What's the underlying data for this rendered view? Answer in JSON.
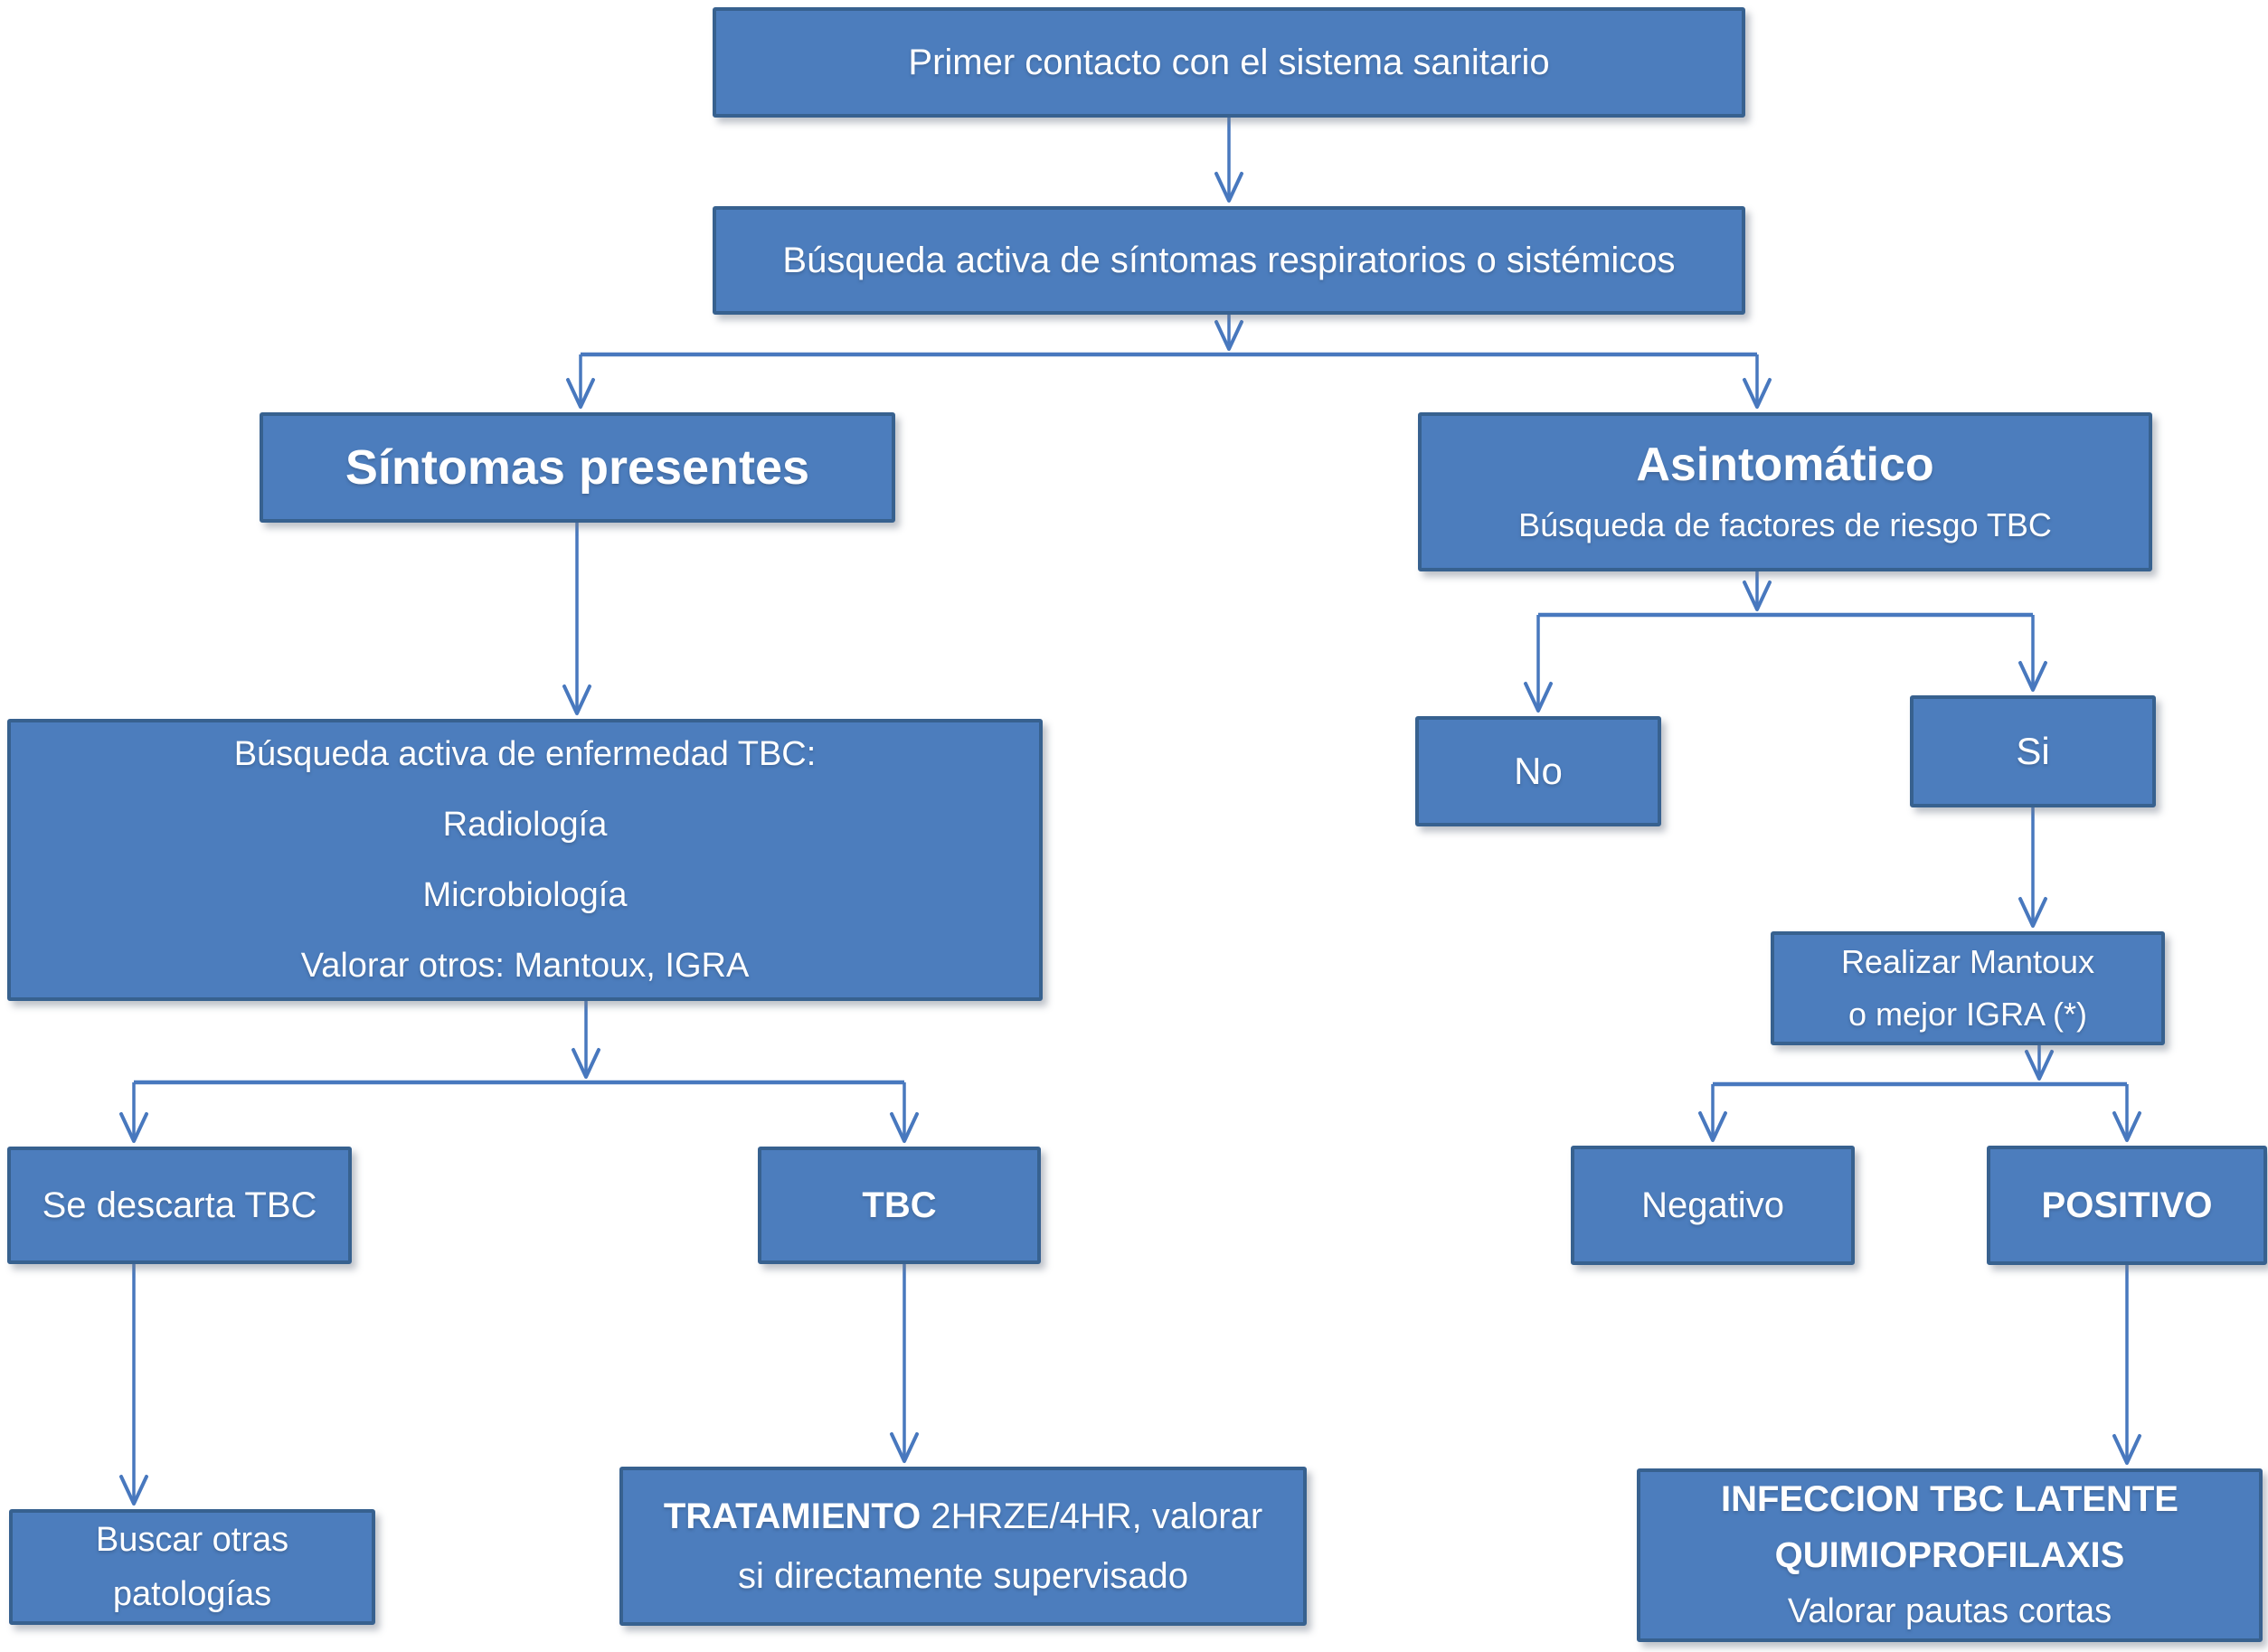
{
  "colors": {
    "box_fill": "#4C7DBD",
    "box_border": "#37618F",
    "connector": "#4878BE",
    "text": "#FFFFFF",
    "page_bg": "#FFFFFF"
  },
  "nodes": {
    "primer_contacto": {
      "label": "Primer contacto con el sistema sanitario"
    },
    "busqueda_sintomas": {
      "label": "Búsqueda activa de síntomas respiratorios o sistémicos"
    },
    "sintomas_presentes": {
      "label": "Síntomas presentes"
    },
    "asintomatico": {
      "title": "Asintomático",
      "subtitle": "Búsqueda de factores de riesgo TBC"
    },
    "busqueda_enfermedad": {
      "line1": "Búsqueda activa de enfermedad TBC:",
      "line2": "Radiología",
      "line3": "Microbiología",
      "line4": "Valorar otros: Mantoux, IGRA"
    },
    "no": {
      "label": "No"
    },
    "si": {
      "label": "Si"
    },
    "realizar_mantoux": {
      "line1": "Realizar Mantoux",
      "line2": "o mejor IGRA (*)"
    },
    "se_descarta_tbc": {
      "label": "Se descarta TBC"
    },
    "tbc": {
      "label": "TBC"
    },
    "negativo": {
      "label": "Negativo"
    },
    "positivo": {
      "label": "POSITIVO"
    },
    "buscar_otras": {
      "line1": "Buscar otras",
      "line2": "patologías"
    },
    "tratamiento": {
      "bold_prefix": "TRATAMIENTO",
      "rest": " 2HRZE/4HR, valorar",
      "line2": "si directamente supervisado"
    },
    "infeccion": {
      "line1": "INFECCION TBC LATENTE",
      "line2": "QUIMIOPROFILAXIS",
      "line3": "Valorar pautas cortas"
    }
  }
}
